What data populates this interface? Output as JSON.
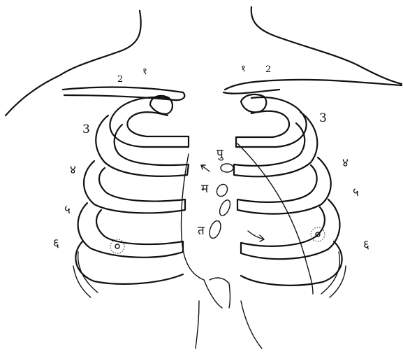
{
  "labels": {
    "left_rib_1": "१",
    "left_rib_2": "2",
    "left_rib_3": "3",
    "left_rib_4": "४",
    "left_rib_5": "५",
    "left_rib_6": "६",
    "right_rib_1": "१",
    "right_rib_2": "2",
    "right_rib_3": "3",
    "right_rib_4": "४",
    "right_rib_5": "५",
    "right_rib_6": "६",
    "valve_p": "पु",
    "valve_m": "म",
    "valve_t": "त"
  }
}
